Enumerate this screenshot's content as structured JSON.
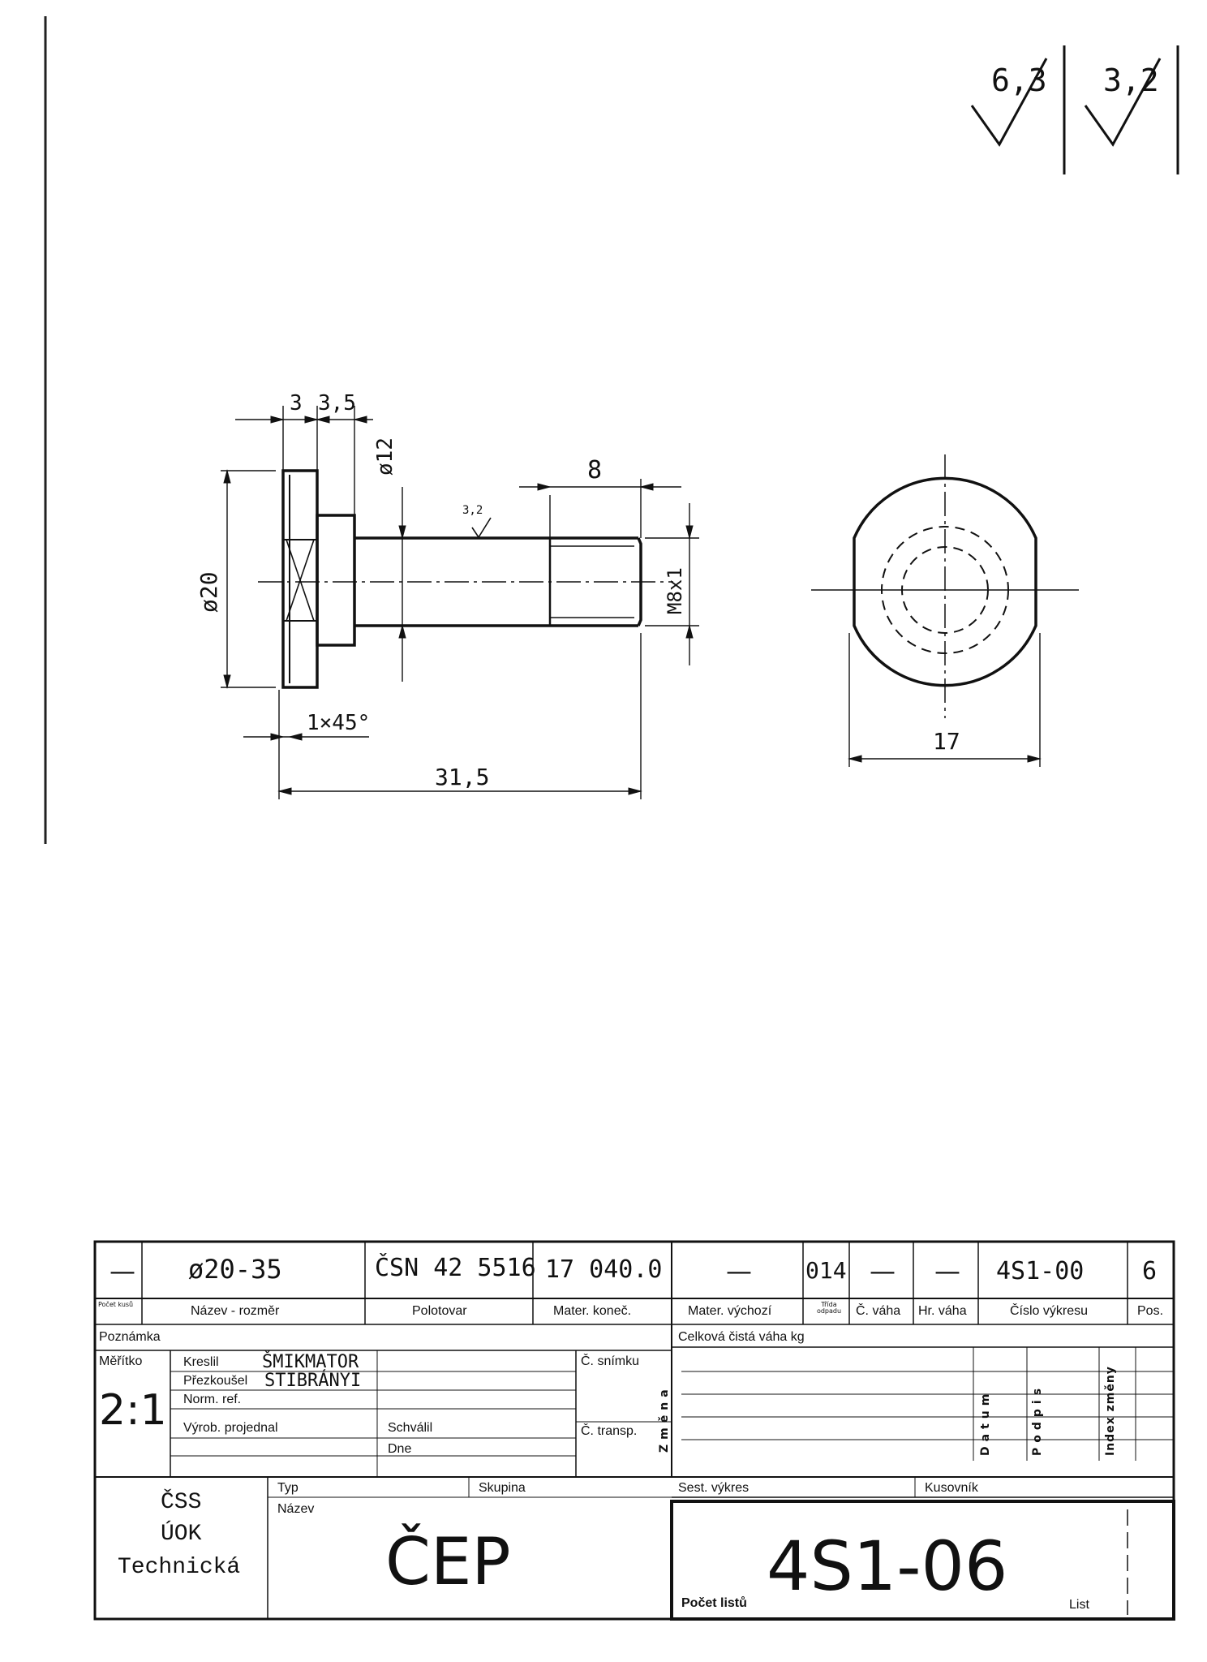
{
  "surface_finish": {
    "general_1": "6,3",
    "general_2": "3,2"
  },
  "front_view": {
    "dim_head_width": "3",
    "dim_collar_width": "3,5",
    "dim_collar_dia": "ø12",
    "dim_thread_length": "8",
    "dim_head_dia": "ø20",
    "thread_spec": "M8x1",
    "chamfer": "1×45°",
    "dim_overall_length": "31,5",
    "roughness_shaft": "3,2"
  },
  "end_view": {
    "dim_flat_width": "17"
  },
  "title_block": {
    "row1": {
      "count": "—",
      "name_size": "ø20-35",
      "semi_product": "ČSN 42 5516",
      "material_final": "17 040.0",
      "material_initial": "—",
      "waste_class": "014",
      "net_weight": "—",
      "gross_weight": "—",
      "drawing_number": "4S1-00",
      "position": "6"
    },
    "row1_labels": {
      "count": "Počet kusů",
      "name_size": "Název - rozměr",
      "semi_product": "Polotovar",
      "material_final": "Mater. koneč.",
      "material_initial": "Mater. výchozí",
      "waste_class": "Třída odpadu",
      "net_weight": "Č. váha",
      "gross_weight": "Hr. váha",
      "drawing_number": "Číslo výkresu",
      "position": "Pos."
    },
    "note_label": "Poznámka",
    "total_weight_label": "Celková čistá váha kg",
    "scale_label": "Měřítko",
    "scale": "2:1",
    "drawn_by_label": "Kreslil",
    "drawn_by": "ŠMIKMATOR",
    "checked_by_label": "Přezkoušel",
    "checked_by": "STIBRÁNYI",
    "norm_ref_label": "Norm. ref.",
    "production_label": "Výrob. projednal",
    "approved_label": "Schválil",
    "date_label": "Dne",
    "photo_no_label": "Č. snímku",
    "transparency_label": "Č. transp.",
    "change_label": "Změna",
    "date_col_label": "Datum",
    "signature_label": "Podpis",
    "change_index_label": "Index změny",
    "company": [
      "ČSS",
      "ÚOK",
      "Technická"
    ],
    "type_label": "Typ",
    "group_label": "Skupina",
    "name_label": "Název",
    "part_name": "ČEP",
    "assembly_label": "Sest. výkres",
    "parts_list_label": "Kusovník",
    "sheet_count_label": "Počet listů",
    "drawing_id": "4S1-06",
    "sheet_label": "List"
  }
}
